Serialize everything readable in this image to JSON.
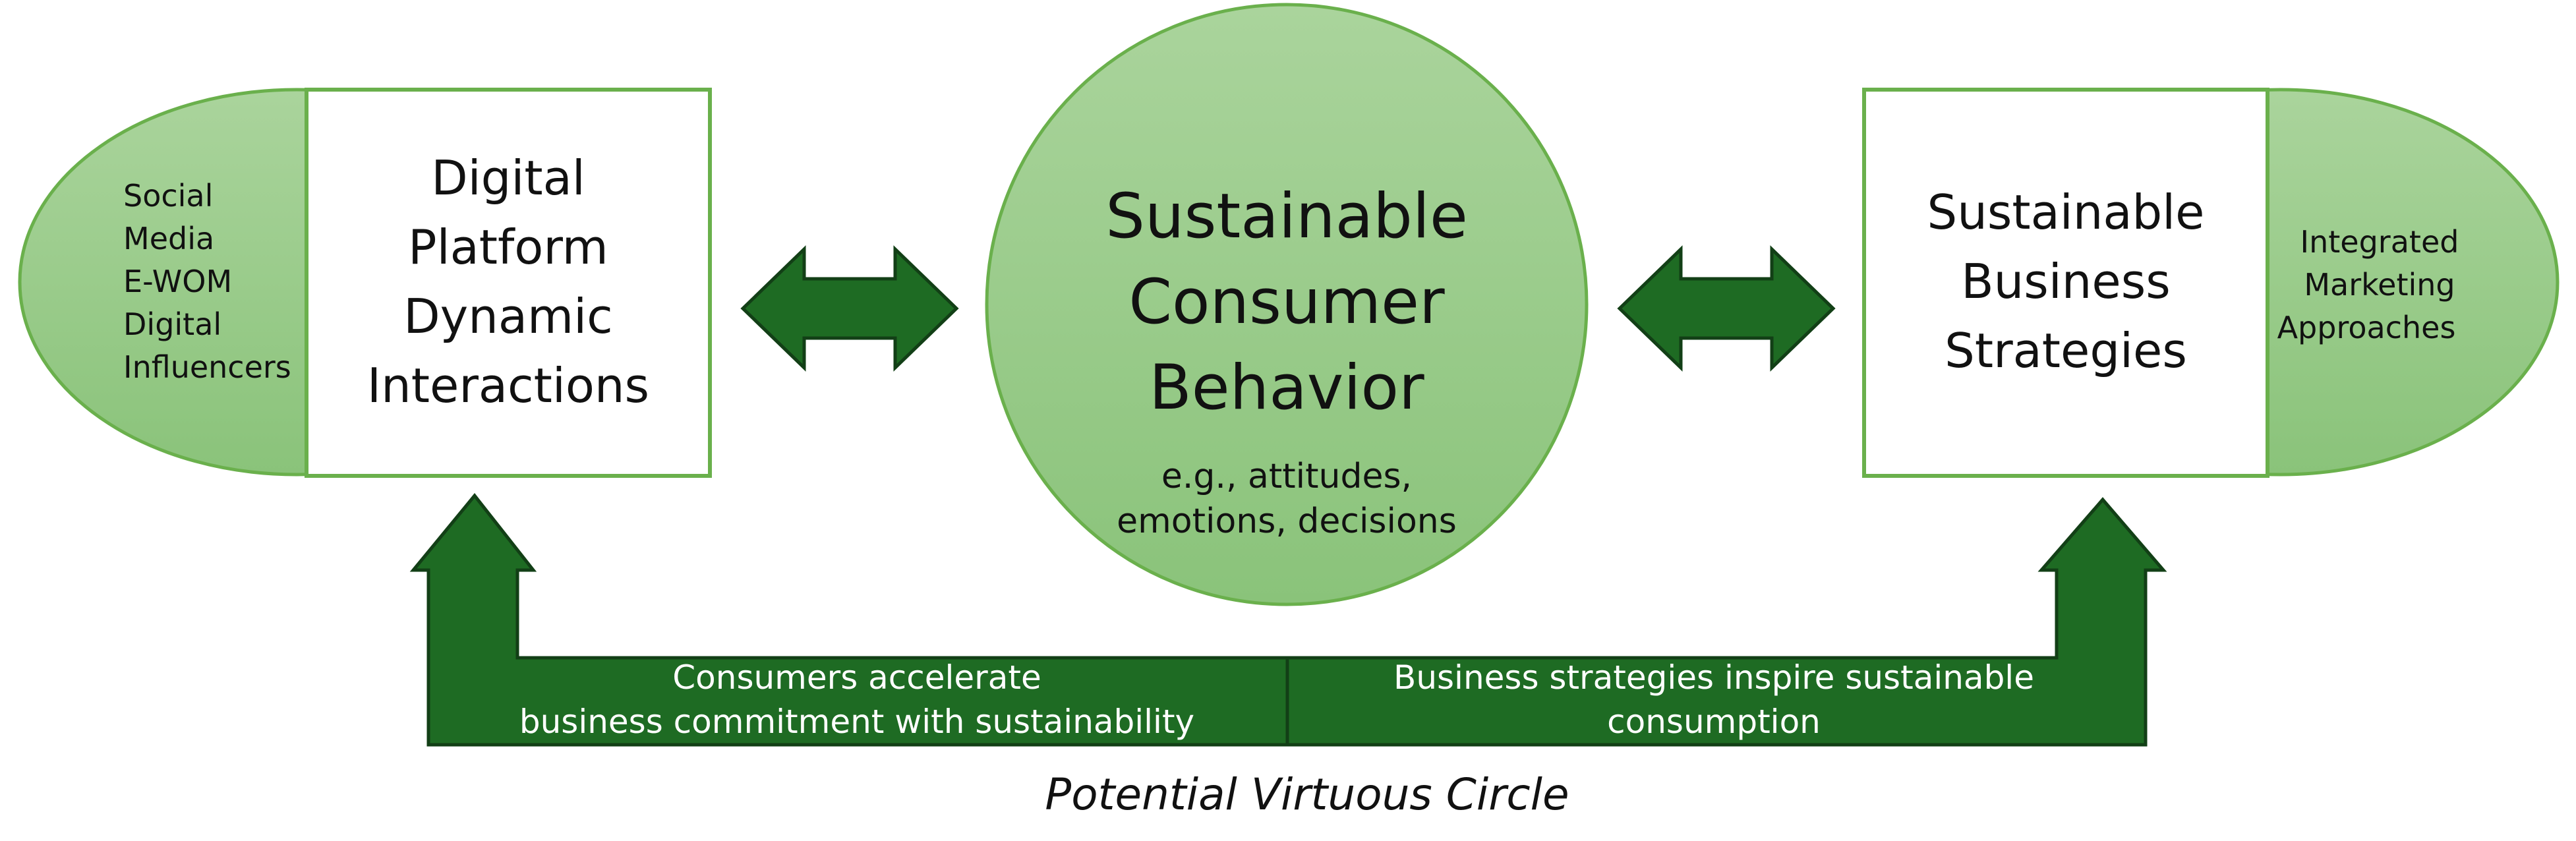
{
  "left_oval": {
    "lines": [
      "Social",
      "Media",
      "E-WOM",
      "Digital",
      "Influencers"
    ]
  },
  "left_box": {
    "lines": [
      "Digital",
      "Platform",
      "Dynamic",
      "Interactions"
    ]
  },
  "center_circle": {
    "title_lines": [
      "Sustainable",
      "Consumer",
      "Behavior"
    ],
    "sub_lines": [
      "e.g., attitudes,",
      "emotions, decisions"
    ]
  },
  "right_box": {
    "lines": [
      "Sustainable",
      "Business",
      "Strategies"
    ]
  },
  "right_oval": {
    "lines": [
      "Integrated",
      "Marketing",
      "Approaches"
    ]
  },
  "bottom_arrow": {
    "left_lines": [
      "Consumers accelerate",
      "business commitment with sustainability"
    ],
    "right_lines": [
      "Business strategies inspire sustainable",
      "consumption"
    ]
  },
  "caption": "Potential Virtuous Circle",
  "colors": {
    "green_light": "#a7d29a",
    "green_mid": "#8dc47e",
    "green_border": "#6ab04c",
    "green_dark": "#1e6b23",
    "green_dark_border": "#123f16"
  }
}
